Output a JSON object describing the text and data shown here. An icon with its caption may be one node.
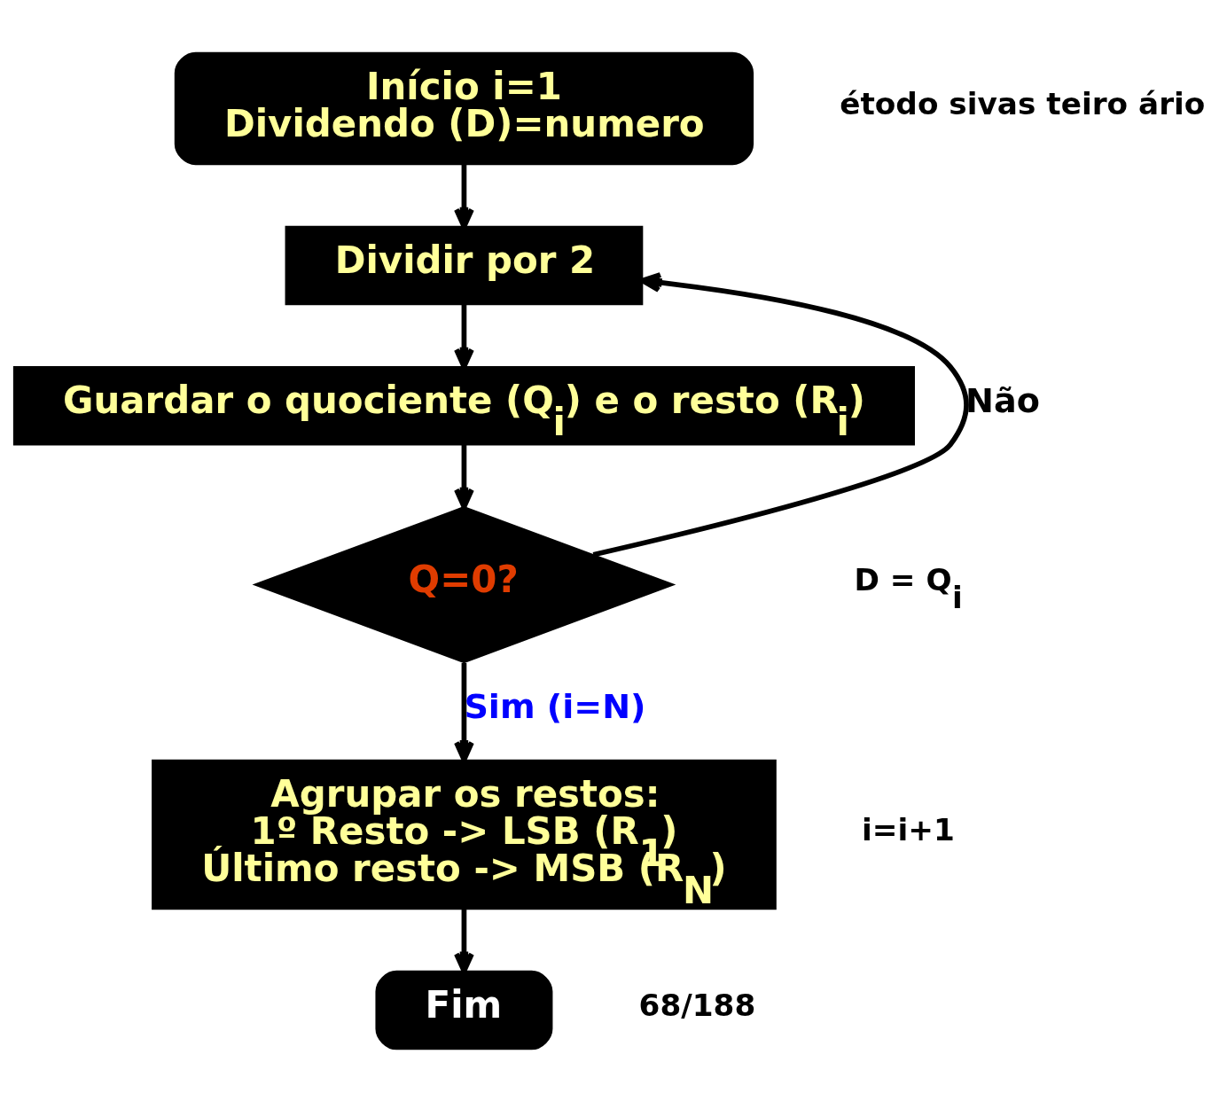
{
  "diagram": {
    "nodes": [
      {
        "text": [
          "Início i=1",
          "Dividendo (D)=numero"
        ]
      },
      {
        "text": [
          "Dividir por 2"
        ]
      },
      {
        "text": [
          "Guardar o quociente (Q$_{i}$) e o resto (R$_{i}$)"
        ]
      },
      {
        "text": [
          "Q=0?"
        ]
      },
      {
        "text": [
          "Agrupar os restos:",
          "1º Resto -> LSB (R$_{1}$)",
          "Último resto -> MSB (R$_{N}$)"
        ]
      },
      {
        "text": [
          "Fim"
        ]
      }
    ],
    "edges": [
      {
        "from": 0,
        "to": 1,
        "arrow": "to"
      },
      {
        "from": 1,
        "to": 2,
        "arrow": "to"
      },
      {
        "from": 2,
        "to": 3,
        "arrow": "to"
      },
      {
        "from": 3,
        "to": 1,
        "arrow": "to",
        "label": "Não"
      },
      {
        "from": 3,
        "to": 4,
        "arrow": "to",
        "label": "Sim (i=N)"
      },
      {
        "from": 4,
        "to": 5,
        "arrow": "to"
      }
    ],
    "labels": [
      "étodo sivas teiro ário",
      "D = Q$_{i}$",
      "i=i+1",
      "68/188"
    ]
  }
}
